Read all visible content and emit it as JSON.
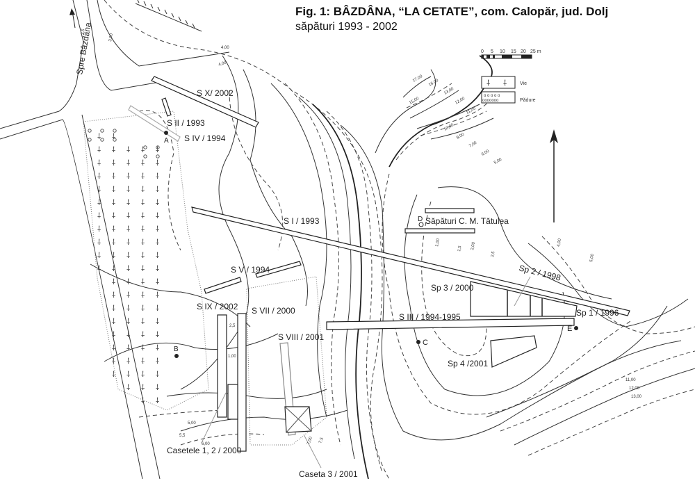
{
  "title": "Fig. 1: BÂZDÂNA, “LA CETATE”,  com. Calopăr, jud. Dolj",
  "subtitle": "săpături 1993 - 2002",
  "direction_label": "Spre Bâzdâna",
  "scale_bar": {
    "ticks": [
      "0",
      "5",
      "10",
      "15",
      "20",
      "25 m"
    ]
  },
  "legend": [
    {
      "symbol": "vine-symbol",
      "label": "Vie"
    },
    {
      "symbol": "forest-dots",
      "label": "Pădure"
    }
  ],
  "trenches": {
    "sx": "S X/ 2002",
    "sii": "S II / 1993",
    "siv": "S IV / 1994",
    "si": "S I / 1993",
    "tatulea": "Săpături C. M. Tătulea",
    "sv": "S V / 1994",
    "sp3": "Sp 3 / 2000",
    "sp2": "Sp 2 / 1998",
    "six": "S IX / 2002",
    "svii": "S VII / 2000",
    "siii": "S III / 1994-1995",
    "sp1": "Sp 1 / 1996",
    "sviii": "S VIII / 2001",
    "sp4": "Sp 4 /2001",
    "casetele": "Casetele 1, 2 / 2000",
    "caseta3": "Caseta 3 / 2001"
  },
  "points": {
    "a": "A",
    "b": "B",
    "c": "C",
    "d": "D",
    "e": "E"
  },
  "contour_labels": [
    "17,00",
    "16,00",
    "15,00",
    "13,00",
    "12,00",
    "11,00",
    "10,00",
    "9,00",
    "7,00",
    "6,00",
    "5,00",
    "4,00",
    "1,00",
    "1,5",
    "2,00",
    "2,5",
    "4,00",
    "5,00",
    "11,00",
    "12,00",
    "13,00",
    "2,5",
    "3,00",
    "4,00",
    "2,5",
    "5,00",
    "6,00",
    "5,5",
    "1,00",
    "7,00",
    "7,5"
  ]
}
